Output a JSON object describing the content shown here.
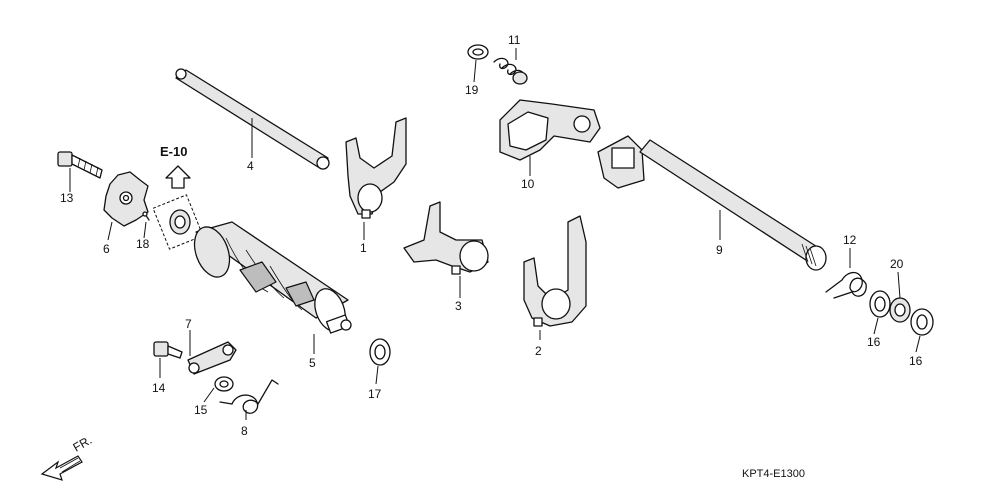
{
  "diagram_code": "KPT4-E1300",
  "reference": "E-10",
  "direction_label": "FR.",
  "parts": {
    "p1": "1",
    "p2": "2",
    "p3": "3",
    "p4": "4",
    "p5": "5",
    "p6": "6",
    "p7": "7",
    "p8": "8",
    "p9": "9",
    "p10": "10",
    "p11": "11",
    "p12": "12",
    "p13": "13",
    "p14": "14",
    "p15": "15",
    "p16a": "16",
    "p16b": "16",
    "p17": "17",
    "p18": "18",
    "p19": "19",
    "p20": "20"
  }
}
